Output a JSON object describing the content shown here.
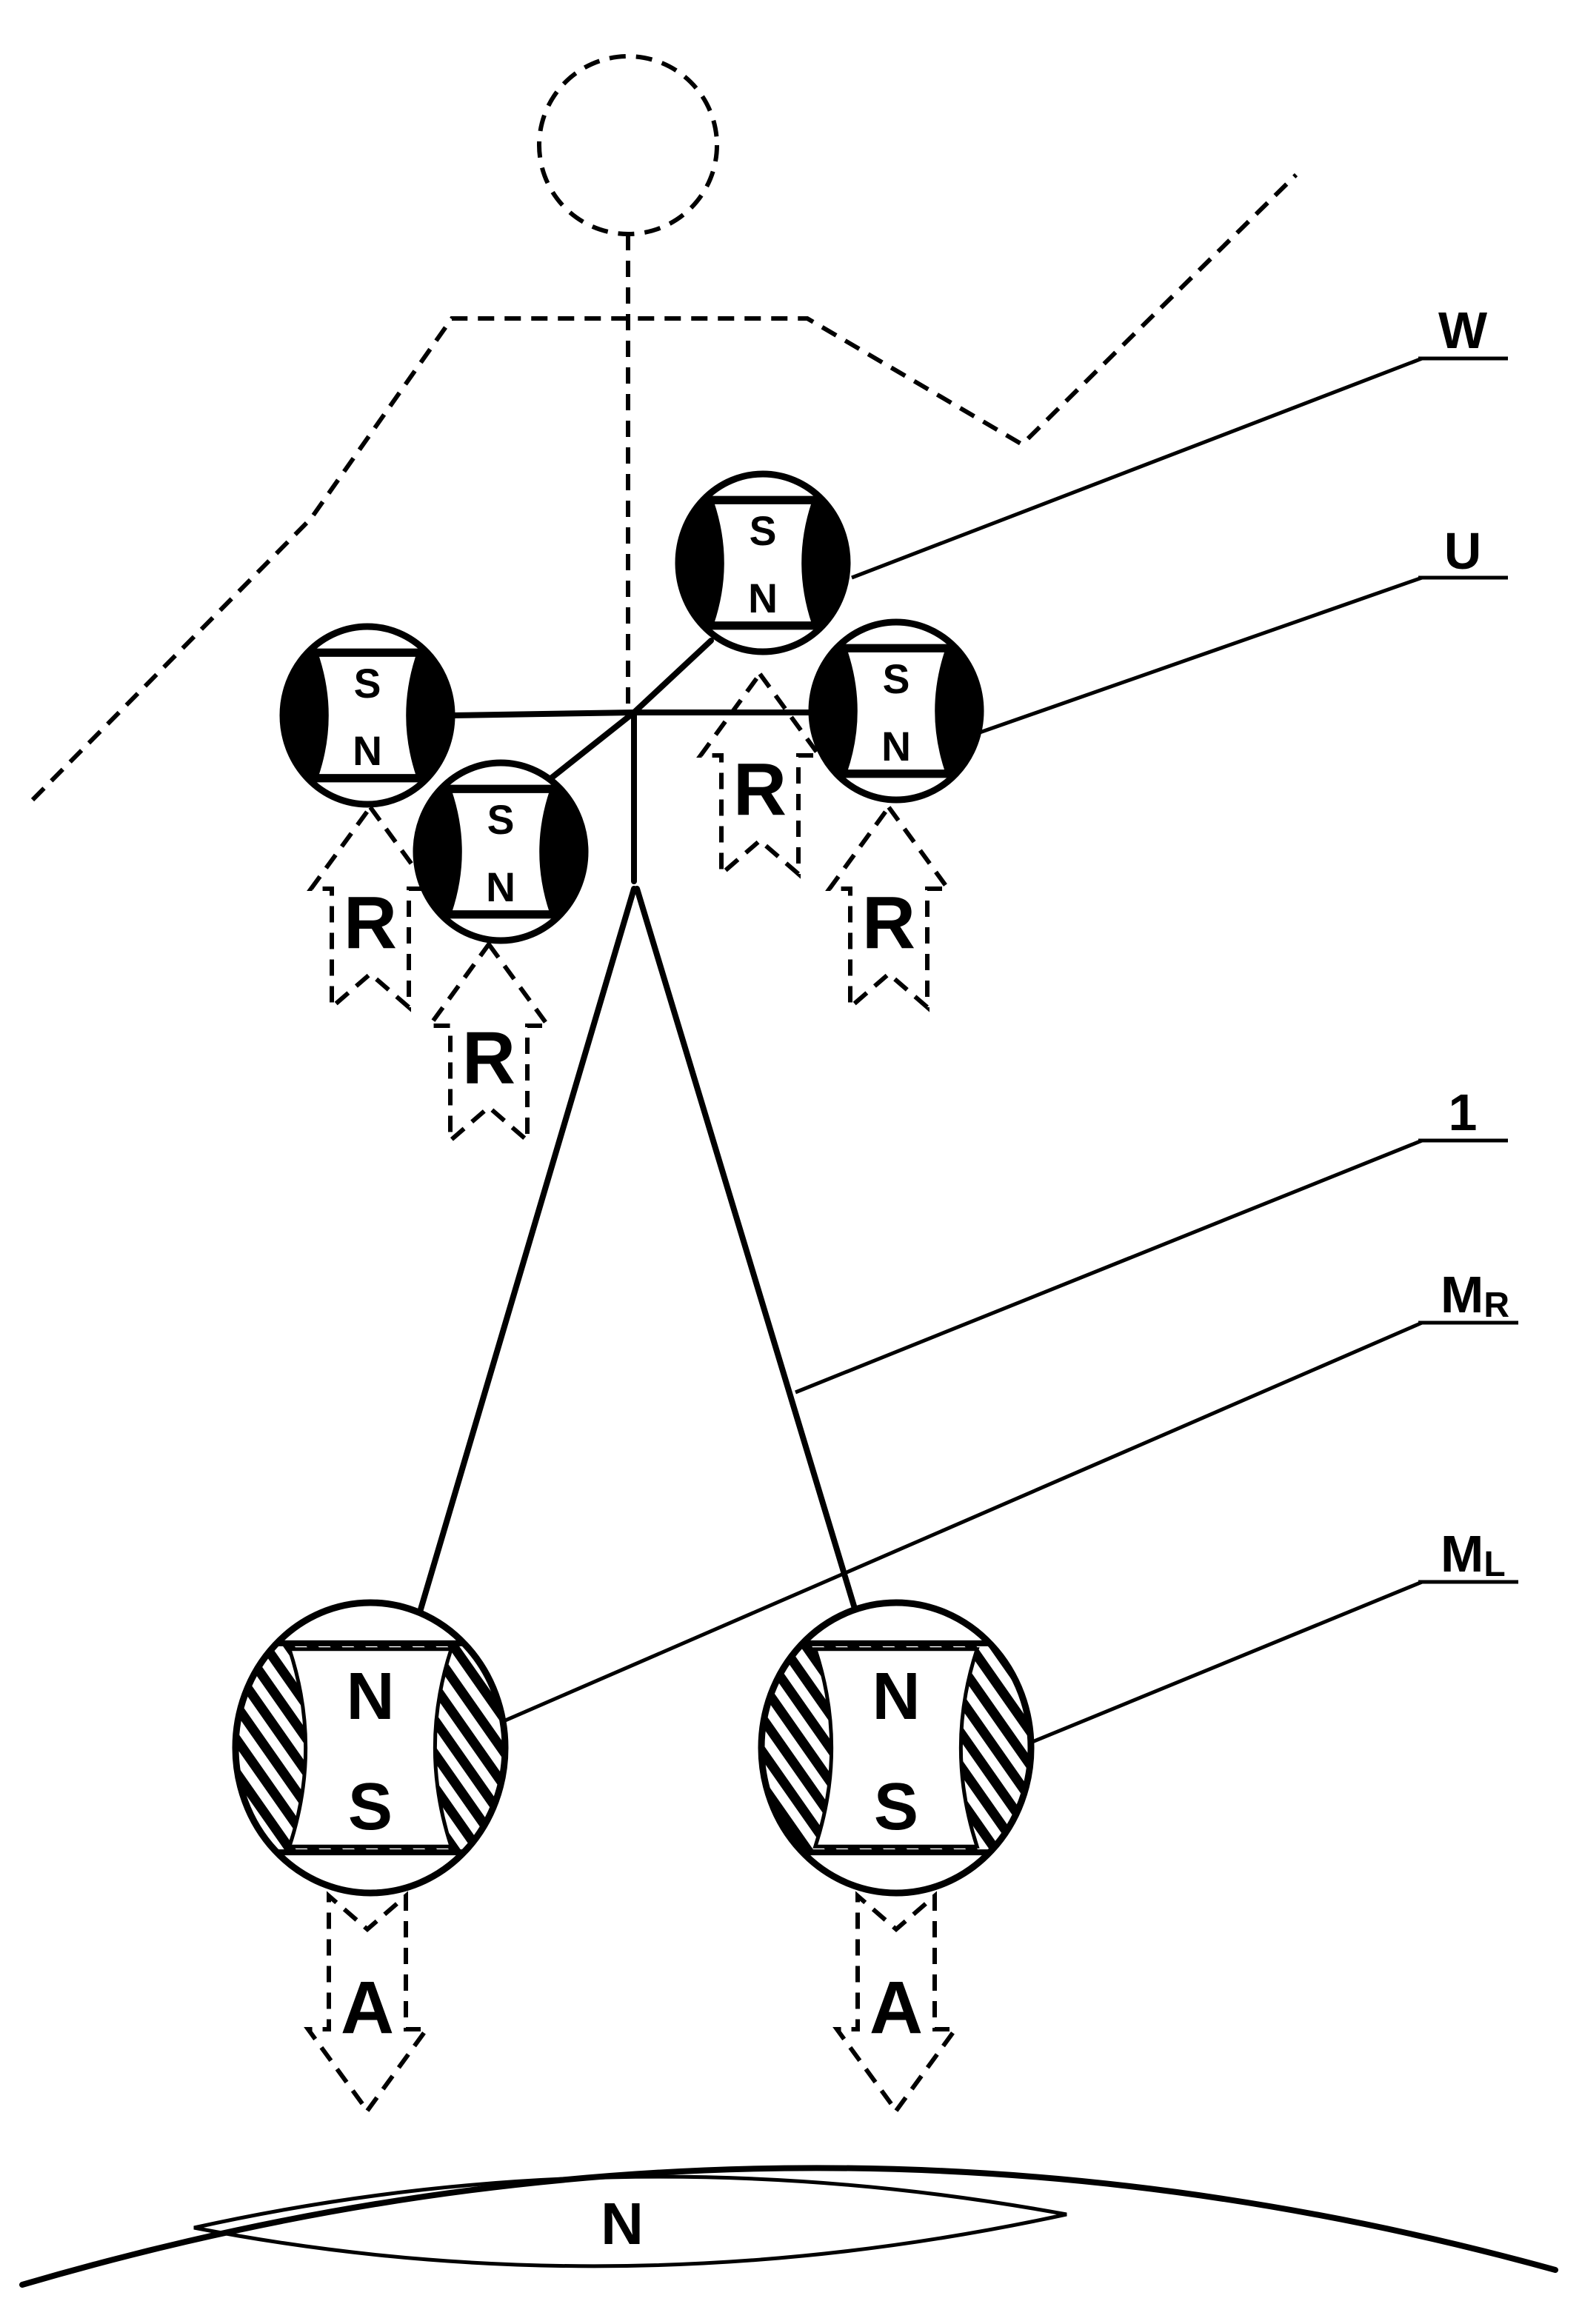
{
  "figure": {
    "labels": {
      "W": "W",
      "U": "U",
      "one": "1",
      "MR_main": "M",
      "MR_sub": "R",
      "ML_main": "M",
      "ML_sub": "L",
      "earth": "N"
    },
    "upper_magnets": [
      {
        "top": "S",
        "bottom": "N",
        "arrow": "R"
      },
      {
        "top": "S",
        "bottom": "N",
        "arrow": "R"
      },
      {
        "top": "S",
        "bottom": "N",
        "arrow": "R"
      },
      {
        "top": "S",
        "bottom": "N",
        "arrow": "R"
      }
    ],
    "lower_magnets": [
      {
        "top": "N",
        "bottom": "S",
        "arrow": "A"
      },
      {
        "top": "N",
        "bottom": "S",
        "arrow": "A"
      }
    ]
  }
}
